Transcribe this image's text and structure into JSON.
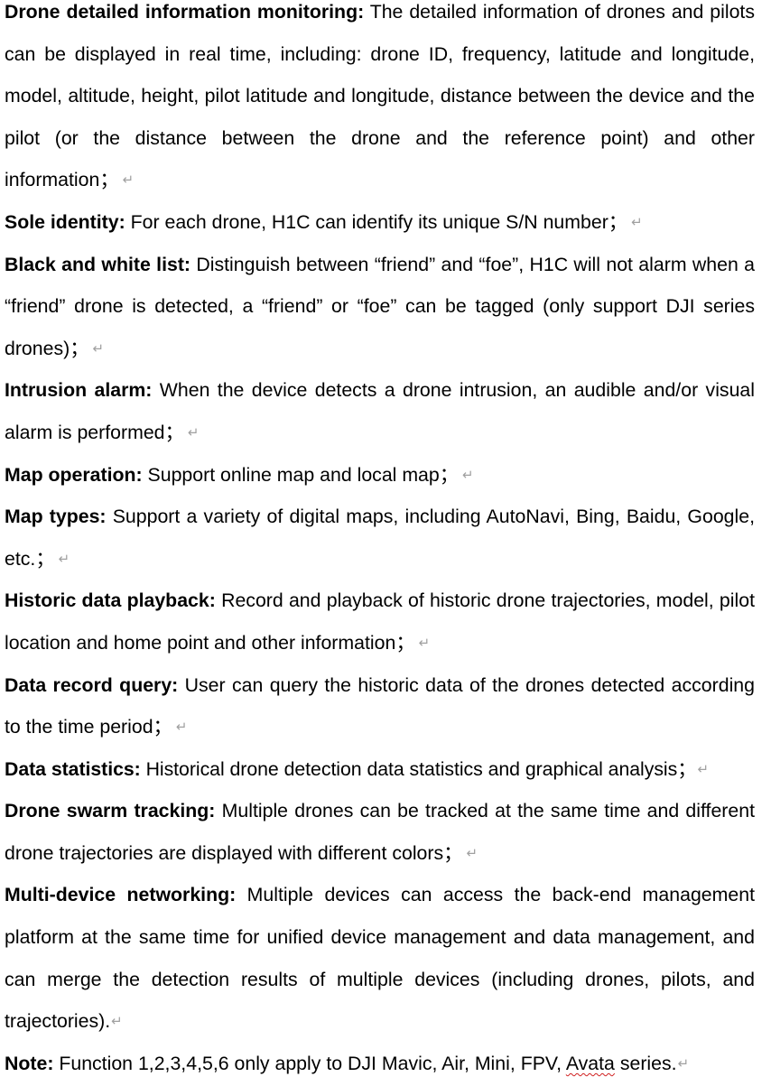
{
  "paragraphs": [
    {
      "label": "Drone detailed information monitoring:",
      "text": " The detailed information of drones and pilots can be displayed in real time, including: drone ID, frequency, latitude and longitude, model, altitude, height, pilot latitude and longitude, distance between the device and the pilot (or the distance between the drone and the reference point) and other information；"
    },
    {
      "label": "Sole identity:",
      "text": " For each drone, H1C can identify its unique S/N number；"
    },
    {
      "label": "Black and white list:",
      "text": " Distinguish between “friend” and “foe”, H1C will not alarm when a “friend” drone is detected, a “friend” or “foe” can be tagged (only support DJI series drones)；"
    },
    {
      "label": "Intrusion alarm:",
      "text": " When the device detects a drone intrusion, an audible and/or visual alarm is performed；"
    },
    {
      "label": "Map operation:",
      "text": " Support online map and local map；"
    },
    {
      "label": "Map types:",
      "text": " Support a variety of digital maps, including AutoNavi, Bing, Baidu, Google, etc.；"
    },
    {
      "label": "Historic data playback:",
      "text": " Record and playback of historic drone trajectories, model, pilot location and home point and other information；"
    },
    {
      "label": "Data record query:",
      "text": " User can query the historic data of the drones detected according to the time period；"
    },
    {
      "label": "Data statistics:",
      "text": " Historical drone detection data statistics and graphical analysis；"
    },
    {
      "label": "Drone swarm tracking:",
      "text": " Multiple drones can be tracked at the same time and different drone trajectories are displayed with different colors；"
    },
    {
      "label": "Multi-device networking:",
      "text": " Multiple devices can access the back-end management platform at the same time for unified device management and data management, and can merge the detection results of multiple devices (including drones, pilots, and trajectories)."
    }
  ],
  "note": {
    "label": "Note:",
    "text_before": " Function 1,2,3,4,5,6 only apply to DJI Mavic, Air, Mini, FPV, ",
    "flagged_word": "Avata",
    "text_after": " series."
  },
  "paragraph_mark": "↵"
}
